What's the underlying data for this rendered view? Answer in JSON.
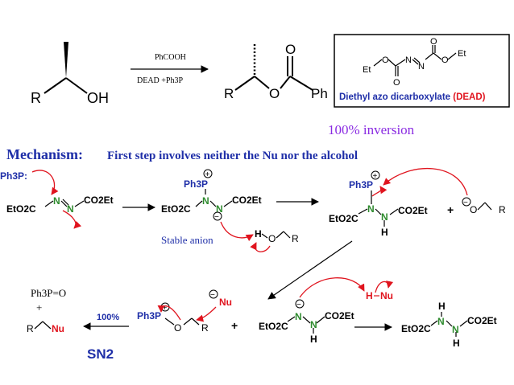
{
  "colors": {
    "black": "#000000",
    "red": "#e0141e",
    "blue": "#1f2fa8",
    "green": "#2e8b2e",
    "purple": "#8a2be2"
  },
  "reaction": {
    "reagent_top": "PhCOOH",
    "reagent_bottom": "DEAD +Ph3P",
    "start": {
      "r": "R",
      "oh": "OH"
    },
    "product": {
      "r": "R",
      "o": "O",
      "carbonyl_o": "O",
      "ph": "Ph"
    },
    "dead_box": {
      "caption_black": "Diethyl azo dicarboxylate",
      "caption_red": "(DEAD)",
      "et_left": "Et",
      "o_left": "O",
      "n1": "N",
      "n2": "N",
      "o_right": "O",
      "et_right": "Et",
      "o_top": "O",
      "o_bottom": "O"
    }
  },
  "inversion_text": "100% inversion",
  "mechanism": {
    "label": "Mechanism:",
    "note": "First step involves neither the Nu nor the alcohol"
  },
  "step1": {
    "ph3p": "Ph3P:",
    "n1": "N",
    "n2": "N",
    "co2et": "CO2Et",
    "eto2c": "EtO2C"
  },
  "step2": {
    "ph3p": "Ph3P",
    "plus": "+",
    "n1": "N",
    "n2": "N",
    "minus": "−",
    "co2et": "CO2Et",
    "eto2c": "EtO2C",
    "stable": "Stable anion",
    "h": "H",
    "o": "O",
    "r": "R"
  },
  "step3": {
    "ph3p": "Ph3P",
    "plus": "+",
    "n1": "N",
    "n2": "N",
    "h": "H",
    "co2et": "CO2Et",
    "eto2c": "EtO2C",
    "plus_sign": "+",
    "minus": "−",
    "o": "O",
    "r": "R"
  },
  "bottom": {
    "ph3po": "Ph3P=O",
    "plus": "+",
    "r": "R",
    "nu": "Nu",
    "pct": "100%",
    "sn2": "SN2",
    "ph3p": "Ph3P",
    "pplus": "+",
    "o": "O",
    "r2": "R",
    "minus_nu": "−",
    "nu2": "Nu",
    "plus_sign": "+",
    "eto2c": "EtO2C",
    "n_minus": "N",
    "minus": "−",
    "n2": "N",
    "h": "H",
    "co2et": "CO2Et",
    "hnu_h": "H",
    "hnu_nu": "Nu",
    "final_h_top": "H",
    "final_n1": "N",
    "final_n2": "N",
    "final_h_bot": "H",
    "final_co2et": "CO2Et",
    "final_eto2c": "EtO2C"
  }
}
